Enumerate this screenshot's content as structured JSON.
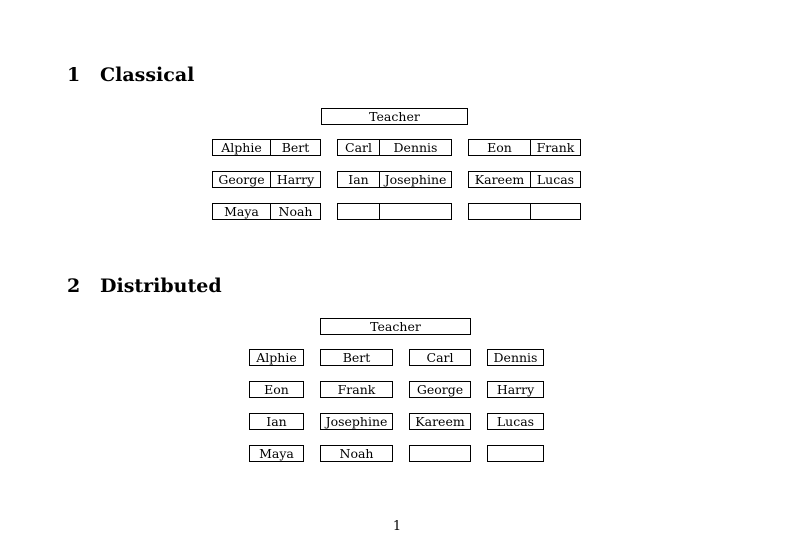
{
  "sections": [
    {
      "number": "1",
      "title": "Classical",
      "teacher": "Teacher",
      "groups": [
        [
          "Alphie",
          "Bert"
        ],
        [
          "Carl",
          "Dennis"
        ],
        [
          "Eon",
          "Frank"
        ],
        [
          "George",
          "Harry"
        ],
        [
          "Ian",
          "Josephine"
        ],
        [
          "Kareem",
          "Lucas"
        ],
        [
          "Maya",
          "Noah"
        ],
        [
          "",
          ""
        ],
        [
          "",
          ""
        ]
      ]
    },
    {
      "number": "2",
      "title": "Distributed",
      "teacher": "Teacher",
      "desks": [
        "Alphie",
        "Bert",
        "Carl",
        "Dennis",
        "Eon",
        "Frank",
        "George",
        "Harry",
        "Ian",
        "Josephine",
        "Kareem",
        "Lucas",
        "Maya",
        "Noah",
        "",
        ""
      ]
    }
  ],
  "page_number": "1"
}
